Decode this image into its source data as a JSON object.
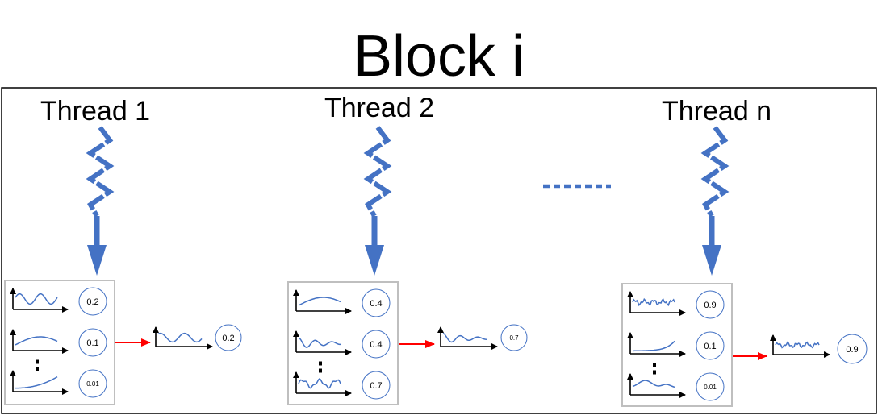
{
  "title": "Block i",
  "colors": {
    "thread_arrow": "#4472c4",
    "curve": "#4472c4",
    "result_arrow": "#ff0000",
    "box_border": "#bfbfbf",
    "circle_border": "#4472c4"
  },
  "threads": [
    {
      "label": "Thread 1",
      "values": [
        "0.2",
        "0.1",
        "0.01"
      ],
      "result": "0.2"
    },
    {
      "label": "Thread 2",
      "values": [
        "0.4",
        "0.4",
        "0.7"
      ],
      "result": "0.7"
    },
    {
      "label": "Thread n",
      "values": [
        "0.9",
        "0.1",
        "0.01"
      ],
      "result": "0.9"
    }
  ]
}
